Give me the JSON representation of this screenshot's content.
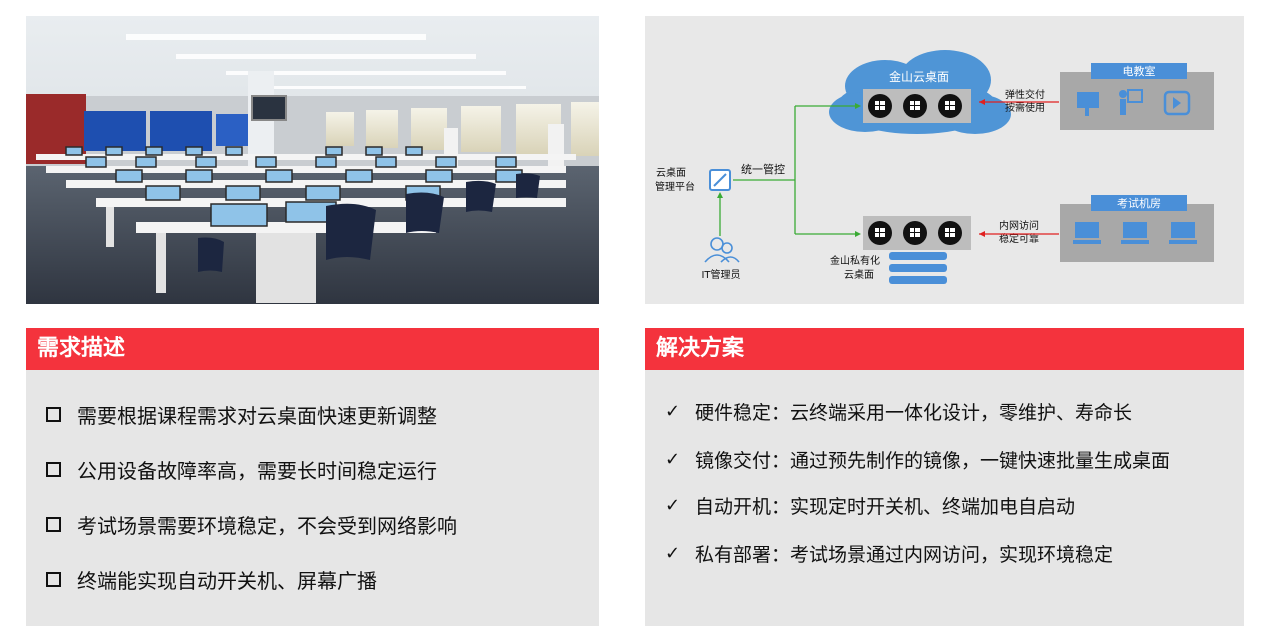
{
  "diagram": {
    "cloud_label": "金山云桌面",
    "classroom_title": "电教室",
    "classroom_note_line1": "弹性交付",
    "classroom_note_line2": "按需使用",
    "exam_title": "考试机房",
    "exam_note_line1": "内网访问",
    "exam_note_line2": "稳定可靠",
    "platform_line1": "云桌面",
    "platform_line2": "管理平台",
    "unified_control": "统一管控",
    "admin_label": "IT管理员",
    "private_line1": "金山私有化",
    "private_line2": "云桌面"
  },
  "requirements": {
    "title": "需求描述",
    "items": [
      "需要根据课程需求对云桌面快速更新调整",
      "公用设备故障率高，需要长时间稳定运行",
      "考试场景需要环境稳定，不会受到网络影响",
      "终端能实现自动开关机、屏幕广播"
    ]
  },
  "solution": {
    "title": "解决方案",
    "items": [
      "硬件稳定：云终端采用一体化设计，零维护、寿命长",
      "镜像交付：通过预先制作的镜像，一键快速批量生成桌面",
      "自动开机：实现定时开关机、终端加电自启动",
      "私有部署：考试场景通过内网访问，实现环境稳定"
    ]
  },
  "colors": {
    "accent": "#f4333d",
    "panel": "#e6e6e6",
    "diagram_blue": "#4a90d9",
    "arrow_green": "#3aaa35",
    "arrow_red": "#e02020"
  }
}
